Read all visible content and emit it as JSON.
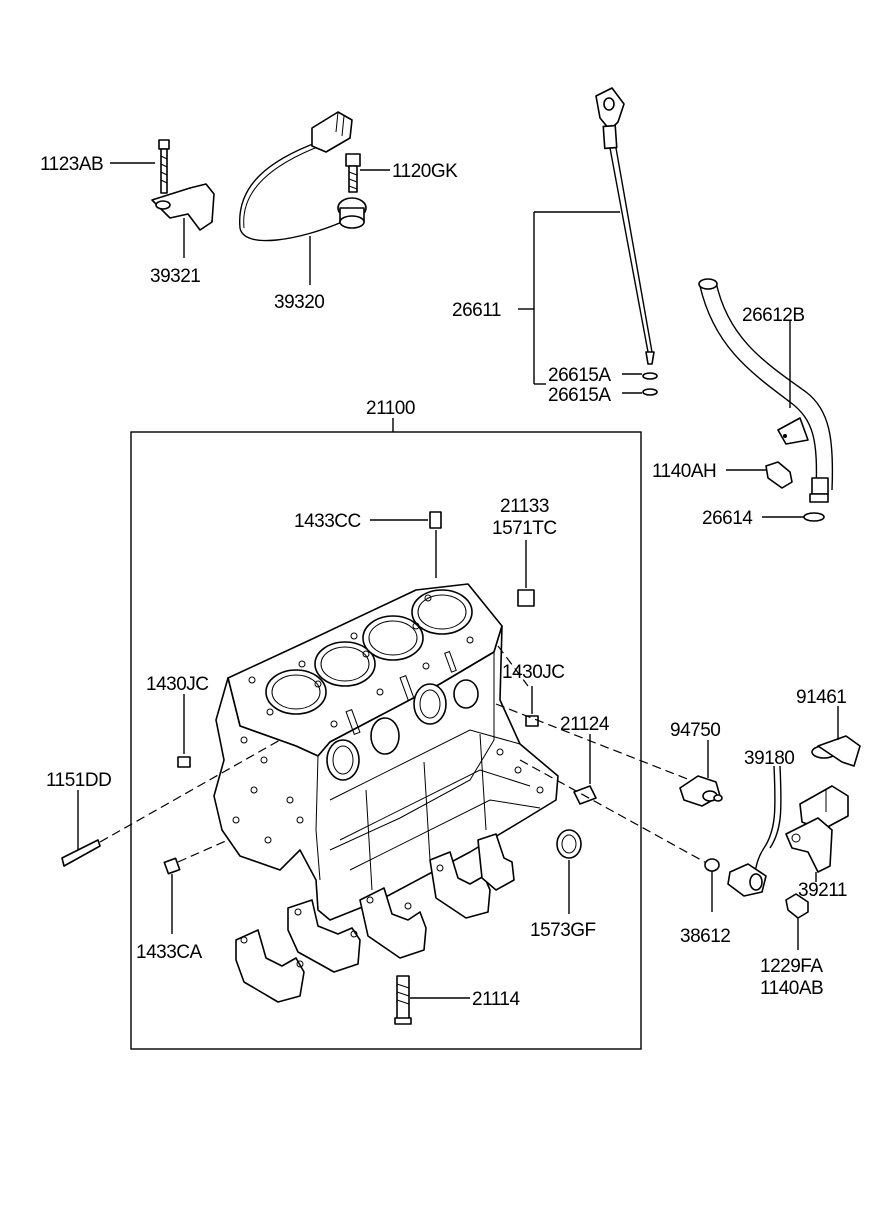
{
  "labels": {
    "p1123AB": "1123AB",
    "p39321": "39321",
    "p39320": "39320",
    "p1120GK": "1120GK",
    "p26611": "26611",
    "p26615A_1": "26615A",
    "p26615A_2": "26615A",
    "p26612B": "26612B",
    "p1140AH": "1140AH",
    "p26614": "26614",
    "p21100": "21100",
    "p1433CC": "1433CC",
    "p21133": "21133",
    "p1571TC": "1571TC",
    "p1430JC_left": "1430JC",
    "p1430JC_right": "1430JC",
    "p21124": "21124",
    "p94750": "94750",
    "p91461": "91461",
    "p39180": "39180",
    "p1151DD": "1151DD",
    "p1433CA": "1433CA",
    "p1573GF": "1573GF",
    "p38612": "38612",
    "p39211": "39211",
    "p1229FA": "1229FA",
    "p1140AB": "1140AB",
    "p21114": "21114"
  }
}
